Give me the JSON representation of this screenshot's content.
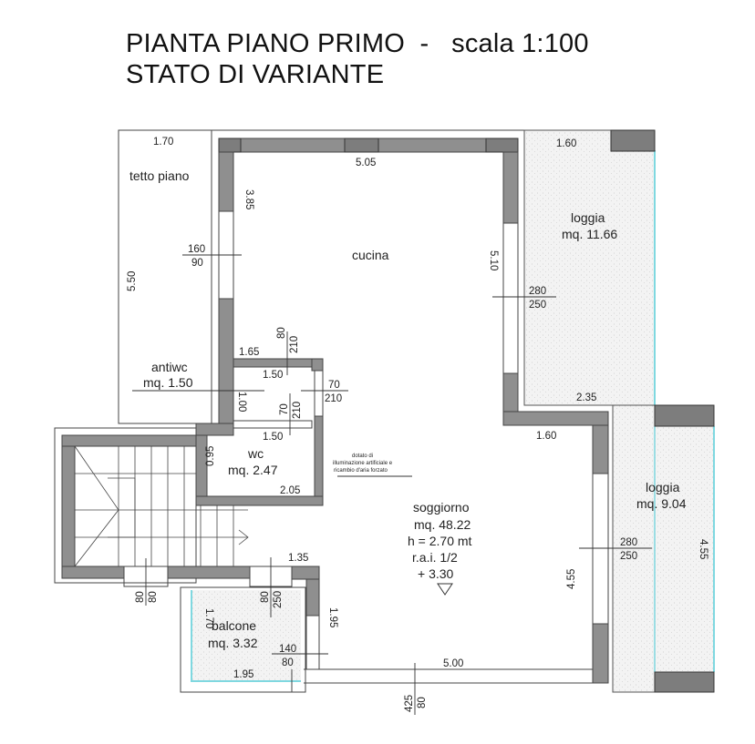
{
  "title": {
    "line1": "PIANTA PIANO PRIMO  -   scala 1:100",
    "line2": "STATO DI VARIANTE"
  },
  "rooms": {
    "tetto_piano": {
      "name": "tetto piano"
    },
    "cucina": {
      "name": "cucina"
    },
    "loggia1": {
      "name": "loggia",
      "area": "mq. 11.66"
    },
    "loggia2": {
      "name": "loggia",
      "area": "mq. 9.04"
    },
    "antiwc": {
      "name": "antiwc",
      "area": "mq. 1.50"
    },
    "wc": {
      "name": "wc",
      "area": "mq. 2.47"
    },
    "soggiorno": {
      "name": "soggiorno",
      "area": "mq. 48.22",
      "height": "h = 2.70 mt",
      "rai": "r.a.i. 1/2",
      "level": "+ 3.30"
    },
    "balcone": {
      "name": "balcone",
      "area": "mq. 3.32"
    }
  },
  "note": {
    "line1": "dotato di",
    "line2": "illuminazione artificiale e",
    "line3": "ricambio d'aria forzato"
  },
  "dimensions": {
    "d170": "1.70",
    "d550": "5.50",
    "d385": "3.85",
    "d505": "5.05",
    "d510": "5.10",
    "d160a": "1.60",
    "d235": "2.35",
    "d160b": "1.60",
    "d165": "1.65",
    "d150a": "1.50",
    "d100": "1.00",
    "d150b": "1.50",
    "d095": "0.95",
    "d205": "2.05",
    "d455a": "4.55",
    "d455b": "4.55",
    "d135": "1.35",
    "d195a": "1.95",
    "d500": "5.00",
    "d170b": "1.70",
    "d195b": "1.95"
  },
  "openings": {
    "w1_top": "160",
    "w1_bot": "90",
    "w2_top": "280",
    "w2_bot": "250",
    "w3_top": "280",
    "w3_bot": "250",
    "d1_top": "80",
    "d1_bot": "210",
    "d2_top": "70",
    "d2_bot": "210",
    "d3_top": "70",
    "d3_bot": "210",
    "d4_top": "80",
    "d4_bot": "80",
    "d5_top": "80",
    "d5_bot": "250",
    "d6_top": "140",
    "d6_bot": "80",
    "d7_top": "425",
    "d7_bot": "80"
  },
  "colors": {
    "wall": "#8f8f8f",
    "glazing": "#7fd8e0",
    "paving": "#f1f1f1"
  }
}
